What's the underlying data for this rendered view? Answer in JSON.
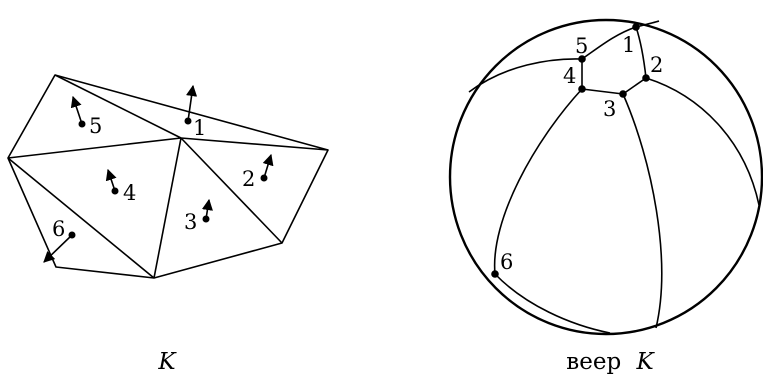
{
  "left_figure": {
    "caption": "K",
    "face_labels": [
      "1",
      "2",
      "3",
      "4",
      "5",
      "6"
    ]
  },
  "right_figure": {
    "caption_prefix": "веер",
    "caption_var": "K",
    "point_labels": [
      "1",
      "2",
      "3",
      "4",
      "5",
      "6"
    ]
  }
}
